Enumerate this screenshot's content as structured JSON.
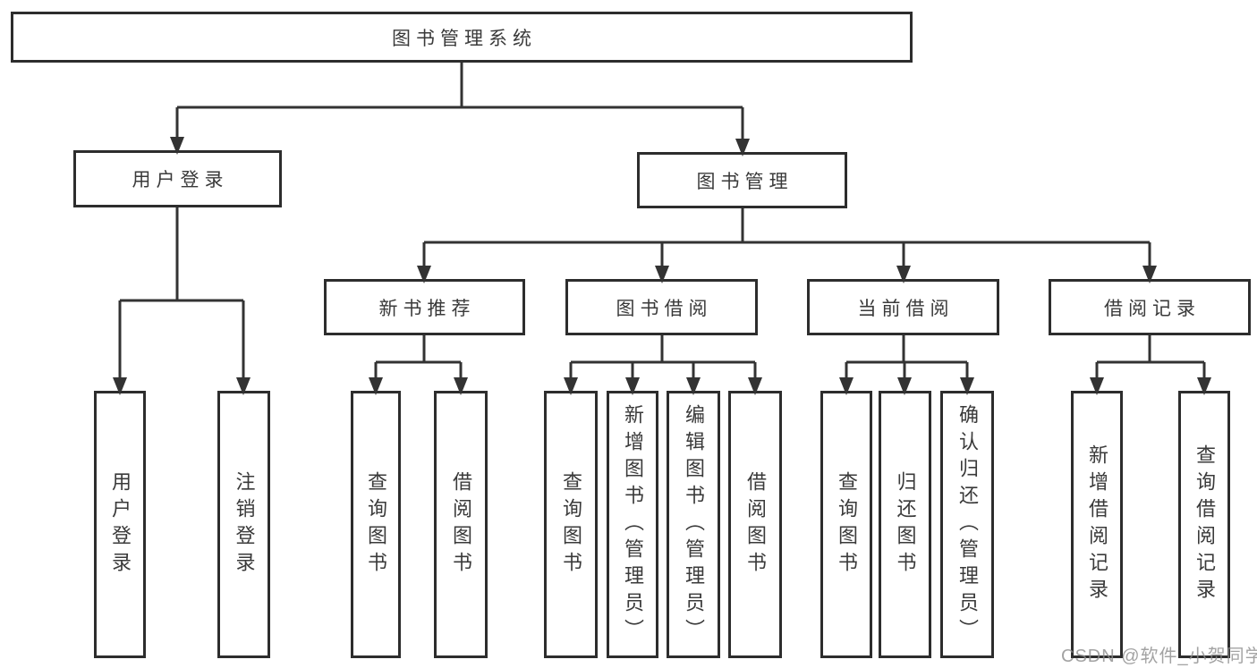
{
  "diagram": {
    "type": "hierarchy-tree",
    "tree": {
      "root": {
        "label": "图书管理系统",
        "children": [
          {
            "label": "用户登录",
            "children": [
              {
                "label": "用户登录"
              },
              {
                "label": "注销登录"
              }
            ]
          },
          {
            "label": "图书管理",
            "children": [
              {
                "label": "新书推荐",
                "children": [
                  {
                    "label": "查询图书"
                  },
                  {
                    "label": "借阅图书"
                  }
                ]
              },
              {
                "label": "图书借阅",
                "children": [
                  {
                    "label": "查询图书"
                  },
                  {
                    "label": "新增图书（管理员）"
                  },
                  {
                    "label": "编辑图书（管理员）"
                  },
                  {
                    "label": "借阅图书"
                  }
                ]
              },
              {
                "label": "当前借阅",
                "children": [
                  {
                    "label": "查询图书"
                  },
                  {
                    "label": "归还图书"
                  },
                  {
                    "label": "确认归还（管理员）"
                  }
                ]
              },
              {
                "label": "借阅记录",
                "children": [
                  {
                    "label": "新增借阅记录"
                  },
                  {
                    "label": "查询借阅记录"
                  }
                ]
              }
            ]
          }
        ]
      }
    },
    "colors": {
      "box_border": "#2d2d2d",
      "box_fill": "#ffffff",
      "connector_line": "#333333",
      "text": "#3a3a3a",
      "watermark_text": "#8c8c8c"
    }
  },
  "watermark": {
    "text": "CSDN @软件_小贺同学"
  }
}
